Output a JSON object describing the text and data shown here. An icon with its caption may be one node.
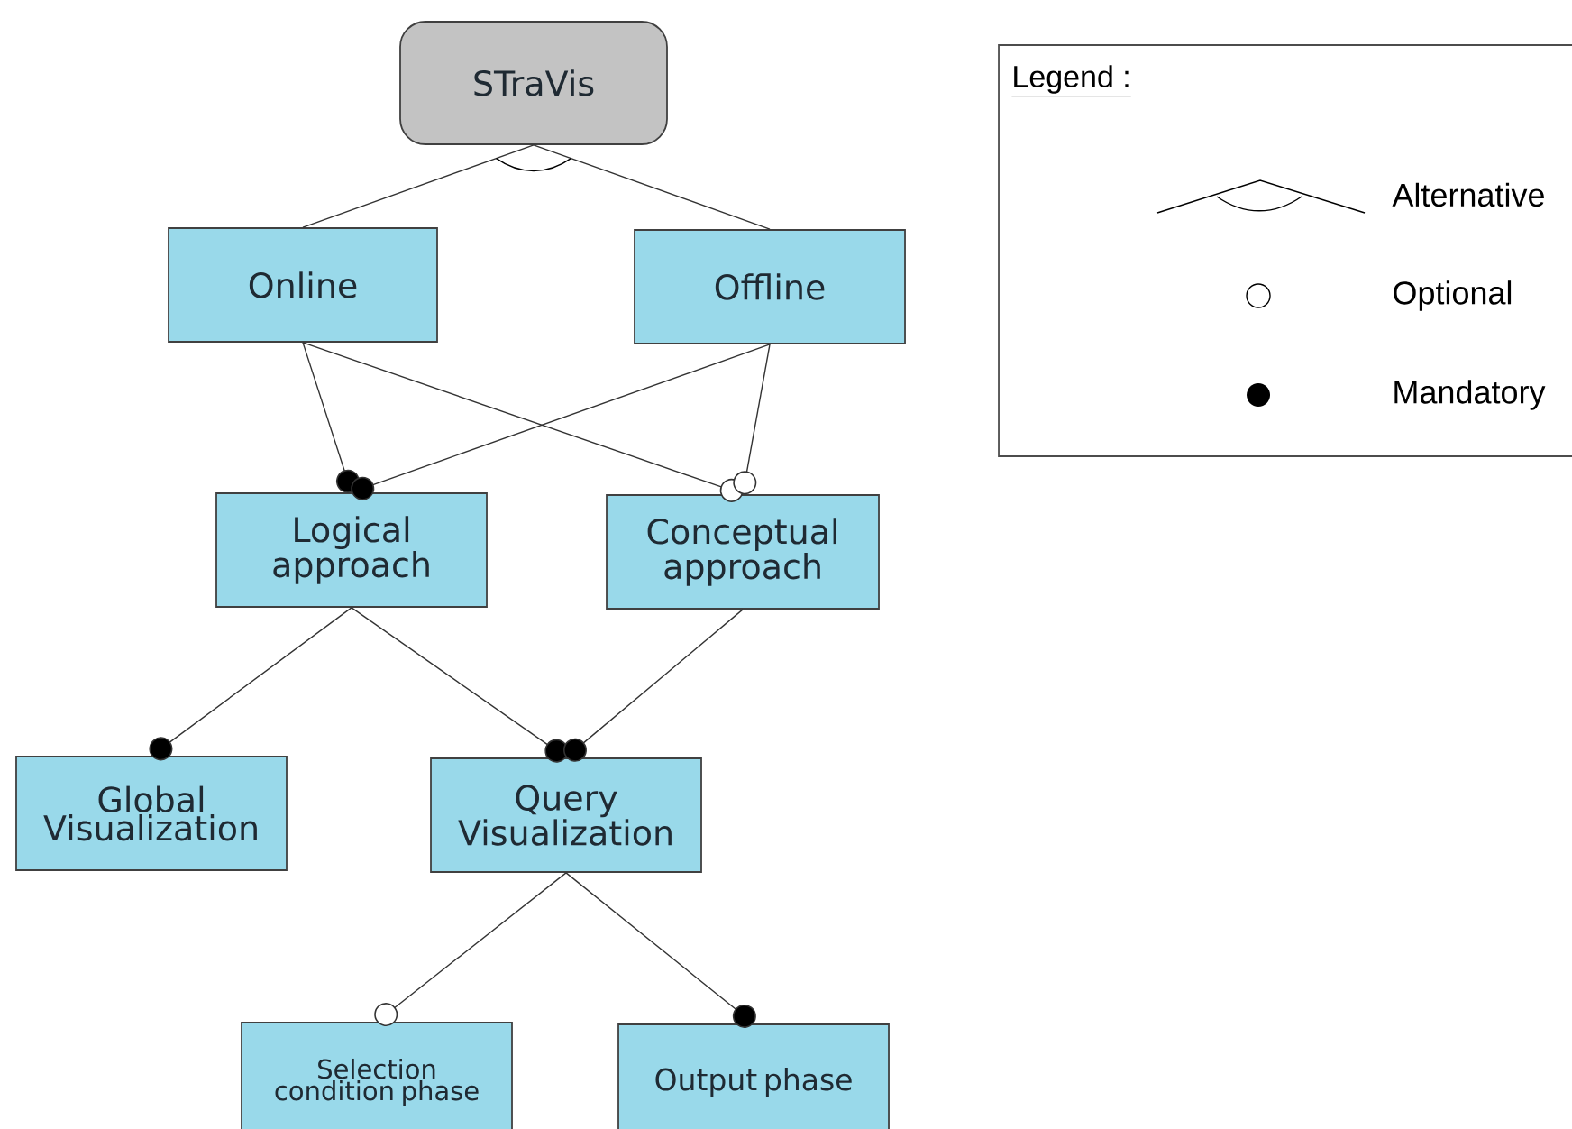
{
  "diagram": {
    "nodes": [
      {
        "text": [
          "STraVis"
        ]
      },
      {
        "text": [
          "Online"
        ]
      },
      {
        "text": [
          "Offline"
        ]
      },
      {
        "text": [
          "Logical approach"
        ]
      },
      {
        "text": [
          "Conceptual approach"
        ]
      },
      {
        "text": [
          "Global Visualization"
        ]
      },
      {
        "text": [
          "Query Visualization"
        ]
      },
      {
        "text": [
          "Selection condition phase"
        ]
      },
      {
        "text": [
          "Output phase"
        ]
      }
    ],
    "edges": [
      {
        "from": 0,
        "to": 1,
        "arrow": "none"
      },
      {
        "from": 0,
        "to": 2,
        "arrow": "none"
      },
      {
        "from": 1,
        "to": 3,
        "arrow": "other"
      },
      {
        "from": 2,
        "to": 3,
        "arrow": "other"
      },
      {
        "from": 1,
        "to": 4,
        "arrow": "other"
      },
      {
        "from": 2,
        "to": 4,
        "arrow": "other"
      },
      {
        "from": 3,
        "to": 5,
        "arrow": "other"
      },
      {
        "from": 3,
        "to": 6,
        "arrow": "other"
      },
      {
        "from": 4,
        "to": 6,
        "arrow": "other"
      },
      {
        "from": 6,
        "to": 7,
        "arrow": "other"
      },
      {
        "from": 6,
        "to": 8,
        "arrow": "other"
      }
    ],
    "labels": [
      "Legend :"
    ],
    "legend": [
      {
        "text": "Alternative"
      },
      {
        "text": "Optional"
      },
      {
        "text": "Mandatory"
      }
    ]
  }
}
